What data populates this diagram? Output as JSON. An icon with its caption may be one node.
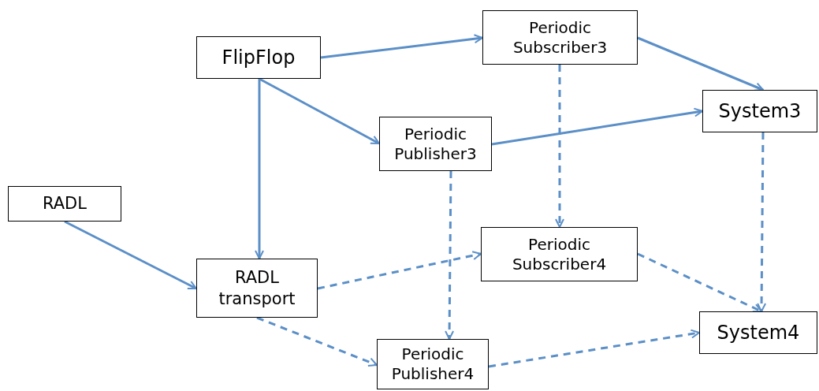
{
  "diagram": {
    "nodes": [
      {
        "text": [
          "FlipFlop"
        ]
      },
      {
        "text": [
          "Periodic Subscriber3"
        ]
      },
      {
        "text": [
          "System3"
        ]
      },
      {
        "text": [
          "Periodic Publisher3"
        ]
      },
      {
        "text": [
          "RADL"
        ]
      },
      {
        "text": [
          "RADL transport"
        ]
      },
      {
        "text": [
          "Periodic Subscriber4"
        ]
      },
      {
        "text": [
          "System4"
        ]
      },
      {
        "text": [
          "Periodic Publisher4"
        ]
      }
    ],
    "edges": [
      {
        "from": 0,
        "to": 1,
        "arrow": "to"
      },
      {
        "from": 0,
        "to": 3,
        "arrow": "to"
      },
      {
        "from": 0,
        "to": 5,
        "arrow": "to"
      },
      {
        "from": 1,
        "to": 2,
        "arrow": "to"
      },
      {
        "from": 3,
        "to": 2,
        "arrow": "to"
      },
      {
        "from": 4,
        "to": 5,
        "arrow": "to"
      },
      {
        "from": 1,
        "to": 6,
        "arrow": "to",
        "style": "dashed"
      },
      {
        "from": 2,
        "to": 7,
        "arrow": "to",
        "style": "dashed"
      },
      {
        "from": 3,
        "to": 8,
        "arrow": "to",
        "style": "dashed"
      },
      {
        "from": 5,
        "to": 6,
        "arrow": "to",
        "style": "dashed"
      },
      {
        "from": 5,
        "to": 8,
        "arrow": "to",
        "style": "dashed"
      },
      {
        "from": 6,
        "to": 7,
        "arrow": "to",
        "style": "dashed"
      },
      {
        "from": 8,
        "to": 7,
        "arrow": "to",
        "style": "dashed"
      }
    ]
  }
}
